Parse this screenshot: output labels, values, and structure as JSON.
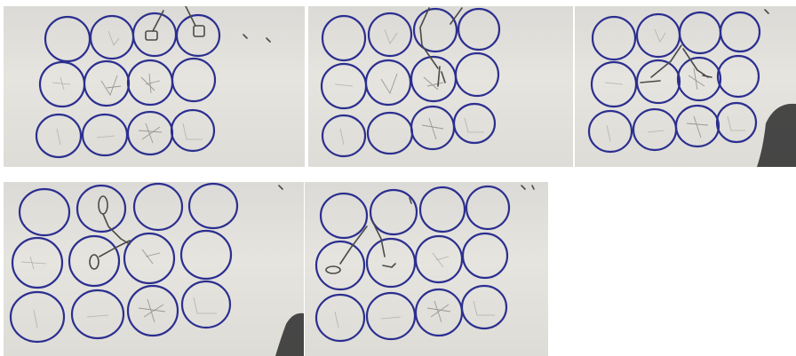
{
  "collage": {
    "panels": [
      {
        "id": "photo-1",
        "content": "drawn-circle-grid",
        "grid_rows": 3,
        "grid_cols": 4
      },
      {
        "id": "photo-2",
        "content": "drawn-circle-grid",
        "grid_rows": 3,
        "grid_cols": 4
      },
      {
        "id": "photo-3",
        "content": "drawn-circle-grid",
        "grid_rows": 3,
        "grid_cols": 4
      },
      {
        "id": "photo-4",
        "content": "drawn-circle-grid",
        "grid_rows": 3,
        "grid_cols": 4
      },
      {
        "id": "photo-5",
        "content": "drawn-circle-grid",
        "grid_rows": 3,
        "grid_cols": 4
      }
    ],
    "colors": {
      "paper": "#e2e0db",
      "circle_ink": "#2b2f8f",
      "pencil_trace": "#9a9894",
      "path_stroke": "#4a4a48",
      "background": "#ffffff"
    }
  }
}
